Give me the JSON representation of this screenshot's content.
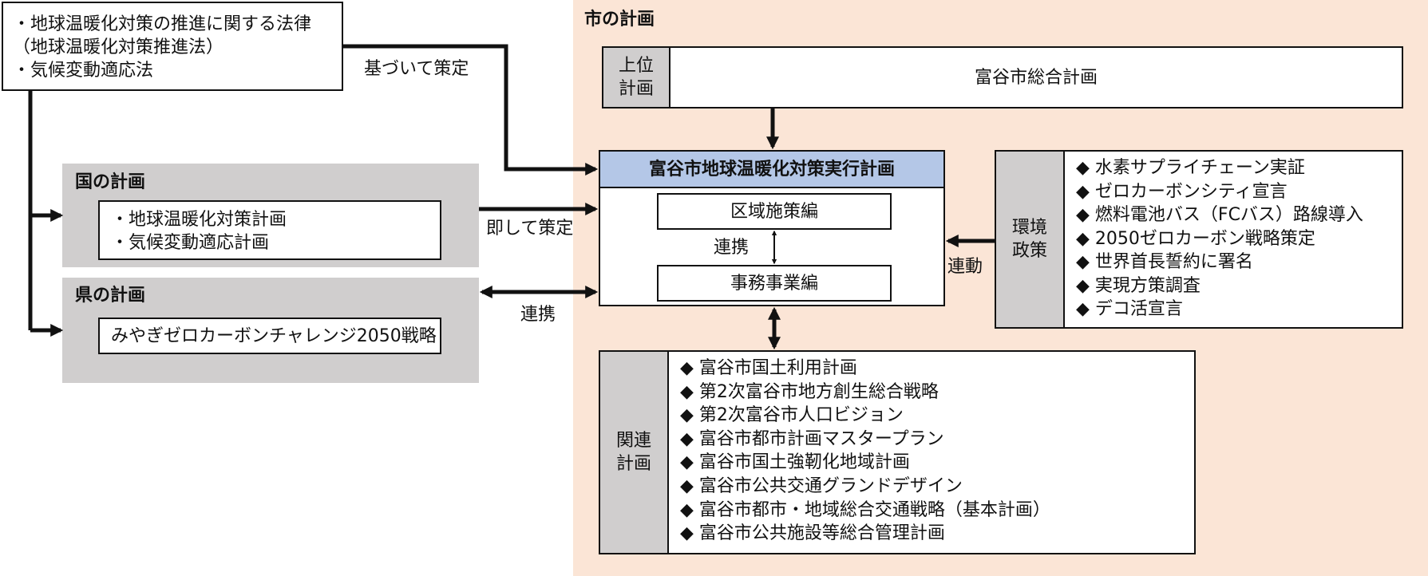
{
  "laws": {
    "lines": [
      "・地球温暖化対策の推進に関する法律",
      "（地球温暖化対策推進法）",
      "・気候変動適応法"
    ]
  },
  "labels": {
    "based_on": "基づいて策定",
    "in_line_with": "即して策定",
    "cooperation_pref": "連携",
    "cooperation_inner": "連携",
    "linkage": "連動"
  },
  "national": {
    "title": "国の計画",
    "items": [
      "・地球温暖化対策計画",
      "・気候変動適応計画"
    ]
  },
  "prefecture": {
    "title": "県の計画",
    "item": "みやぎゼロカーボンチャレンジ2050戦略"
  },
  "city": {
    "title": "市の計画",
    "upper_label_1": "上位",
    "upper_label_2": "計画",
    "upper_plan": "富谷市総合計画",
    "main_plan": "富谷市地球温暖化対策実行計画",
    "regional": "区域施策編",
    "office": "事務事業編"
  },
  "environment": {
    "label_1": "環境",
    "label_2": "政策",
    "items": [
      "◆ 水素サプライチェーン実証",
      "◆ ゼロカーボンシティ宣言",
      "◆ 燃料電池バス（FCバス）路線導入",
      "◆ 2050ゼロカーボン戦略策定",
      "◆ 世界首長誓約に署名",
      "◆ 実現方策調査",
      "◆ デコ活宣言"
    ]
  },
  "related": {
    "label_1": "関連",
    "label_2": "計画",
    "items": [
      "◆ 富谷市国土利用計画",
      "◆ 第2次富谷市地方創生総合戦略",
      "◆ 第2次富谷市人口ビジョン",
      "◆ 富谷市都市計画マスタープラン",
      "◆ 富谷市国土強靭化地域計画",
      "◆ 富谷市公共交通グランドデザイン",
      "◆ 富谷市都市・地域総合交通戦略（基本計画）",
      "◆ 富谷市公共施設等総合管理計画"
    ]
  }
}
